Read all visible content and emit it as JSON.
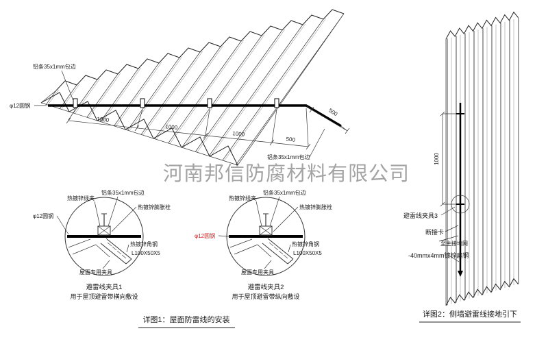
{
  "watermark": "河南邦信防腐材料有限公司",
  "roof_view": {
    "label_strip_top": "铝条35x1mm包边",
    "label_round_steel": "φ12圆钢",
    "label_strip_right": "铝条35x1mm包边",
    "dim_1": "1000",
    "dim_2": "1000",
    "dim_3": "1000",
    "dim_4": "500",
    "dim_side": "500"
  },
  "detail1": {
    "title": "避雷线夹具1",
    "subtitle": "用于屋顶避雷带横向敷设",
    "label_wire_clamp": "热镀锌线夹",
    "label_strip": "铝条35x1mm包边",
    "label_expansion_bolt": "热镀锌膨胀栓",
    "label_round_steel": "φ12圆钢",
    "label_angle_steel": "热镀锌角钢",
    "label_angle_spec": "L100X50X5",
    "label_roof_clamp": "屋面专用夹具"
  },
  "detail2": {
    "title": "避雷线夹具2",
    "subtitle": "用于屋顶避雷带纵向敷设",
    "label_wire_clamp": "热镀锌线夹",
    "label_strip": "铝条35x1mm包边",
    "label_expansion_bolt": "热镀锌膨胀栓",
    "label_round_steel": "φ12圆钢",
    "label_angle_steel": "热镀锌角钢",
    "label_angle_spec": "L100X50X5",
    "label_roof_clamp": "屋面专用夹具"
  },
  "wall_view": {
    "dim": "1000",
    "label_clamp3": "避雷线夹具3",
    "label_disconnect": "断接卡",
    "label_to_ground": "至主接地网",
    "label_flat_steel": "-40mmx4mm镀锌扁钢"
  },
  "captions": {
    "detail1": "详图1：屋面防雷线的安装",
    "detail2": "详图2：侧墙避雷线接地引下"
  }
}
